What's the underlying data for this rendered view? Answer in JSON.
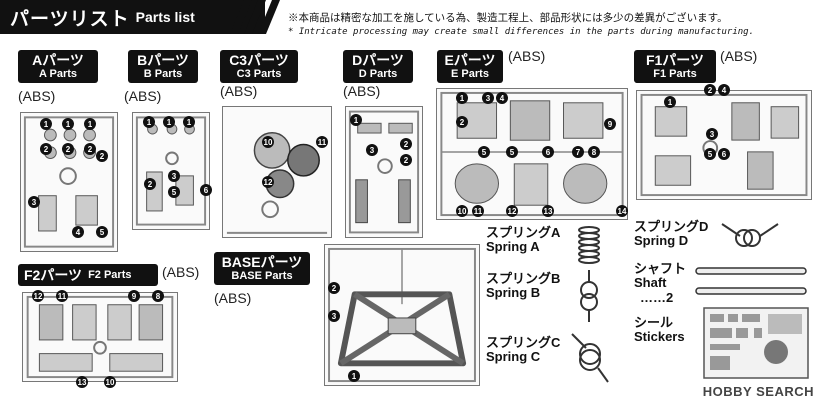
{
  "header": {
    "title_jp": "パーツリスト",
    "title_en": "Parts list"
  },
  "notice": {
    "jp": "※本商品は精密な加工を施している為、製造工程上、部品形状には多少の差異がございます。",
    "en": "* Intricate processing may create small differences in the parts during manufacturing."
  },
  "parts": [
    {
      "jp": "Aパーツ",
      "en": "A Parts",
      "material": "(ABS)",
      "numbers": [
        "1",
        "1",
        "1",
        "2",
        "2",
        "2",
        "2",
        "3",
        "4",
        "5"
      ]
    },
    {
      "jp": "Bパーツ",
      "en": "B Parts",
      "material": "(ABS)",
      "numbers": [
        "1",
        "1",
        "1",
        "2",
        "3",
        "5",
        "6"
      ]
    },
    {
      "jp": "C3パーツ",
      "en": "C3 Parts",
      "material": "(ABS)",
      "numbers": [
        "10",
        "11",
        "12"
      ]
    },
    {
      "jp": "Dパーツ",
      "en": "D Parts",
      "material": "(ABS)",
      "numbers": [
        "1",
        "2",
        "2",
        "3"
      ]
    },
    {
      "jp": "Eパーツ",
      "en": "E Parts",
      "material": "(ABS)",
      "numbers": [
        "1",
        "3",
        "4",
        "2",
        "9",
        "5",
        "5",
        "6",
        "7",
        "8",
        "10",
        "11",
        "12",
        "13",
        "14"
      ]
    },
    {
      "jp": "F1パーツ",
      "en": "F1 Parts",
      "material": "(ABS)",
      "numbers": [
        "1",
        "2",
        "4",
        "3",
        "5",
        "6"
      ]
    },
    {
      "jp": "F2パーツ",
      "en": "F2 Parts",
      "material": "(ABS)",
      "numbers": [
        "12",
        "11",
        "9",
        "8",
        "13",
        "10"
      ]
    },
    {
      "jp": "BASEパーツ",
      "en": "BASE Parts",
      "material": "(ABS)",
      "numbers": [
        "2",
        "3",
        "1"
      ]
    }
  ],
  "springs": [
    {
      "jp": "スプリングA",
      "en": "Spring A"
    },
    {
      "jp": "スプリングB",
      "en": "Spring B"
    },
    {
      "jp": "スプリングC",
      "en": "Spring C"
    },
    {
      "jp": "スプリングD",
      "en": "Spring D"
    }
  ],
  "shaft": {
    "jp": "シャフト",
    "en": "Shaft",
    "qty": "……2"
  },
  "sticker": {
    "jp": "シール",
    "en": "Stickers"
  },
  "watermark": "HOBBY SEARCH"
}
